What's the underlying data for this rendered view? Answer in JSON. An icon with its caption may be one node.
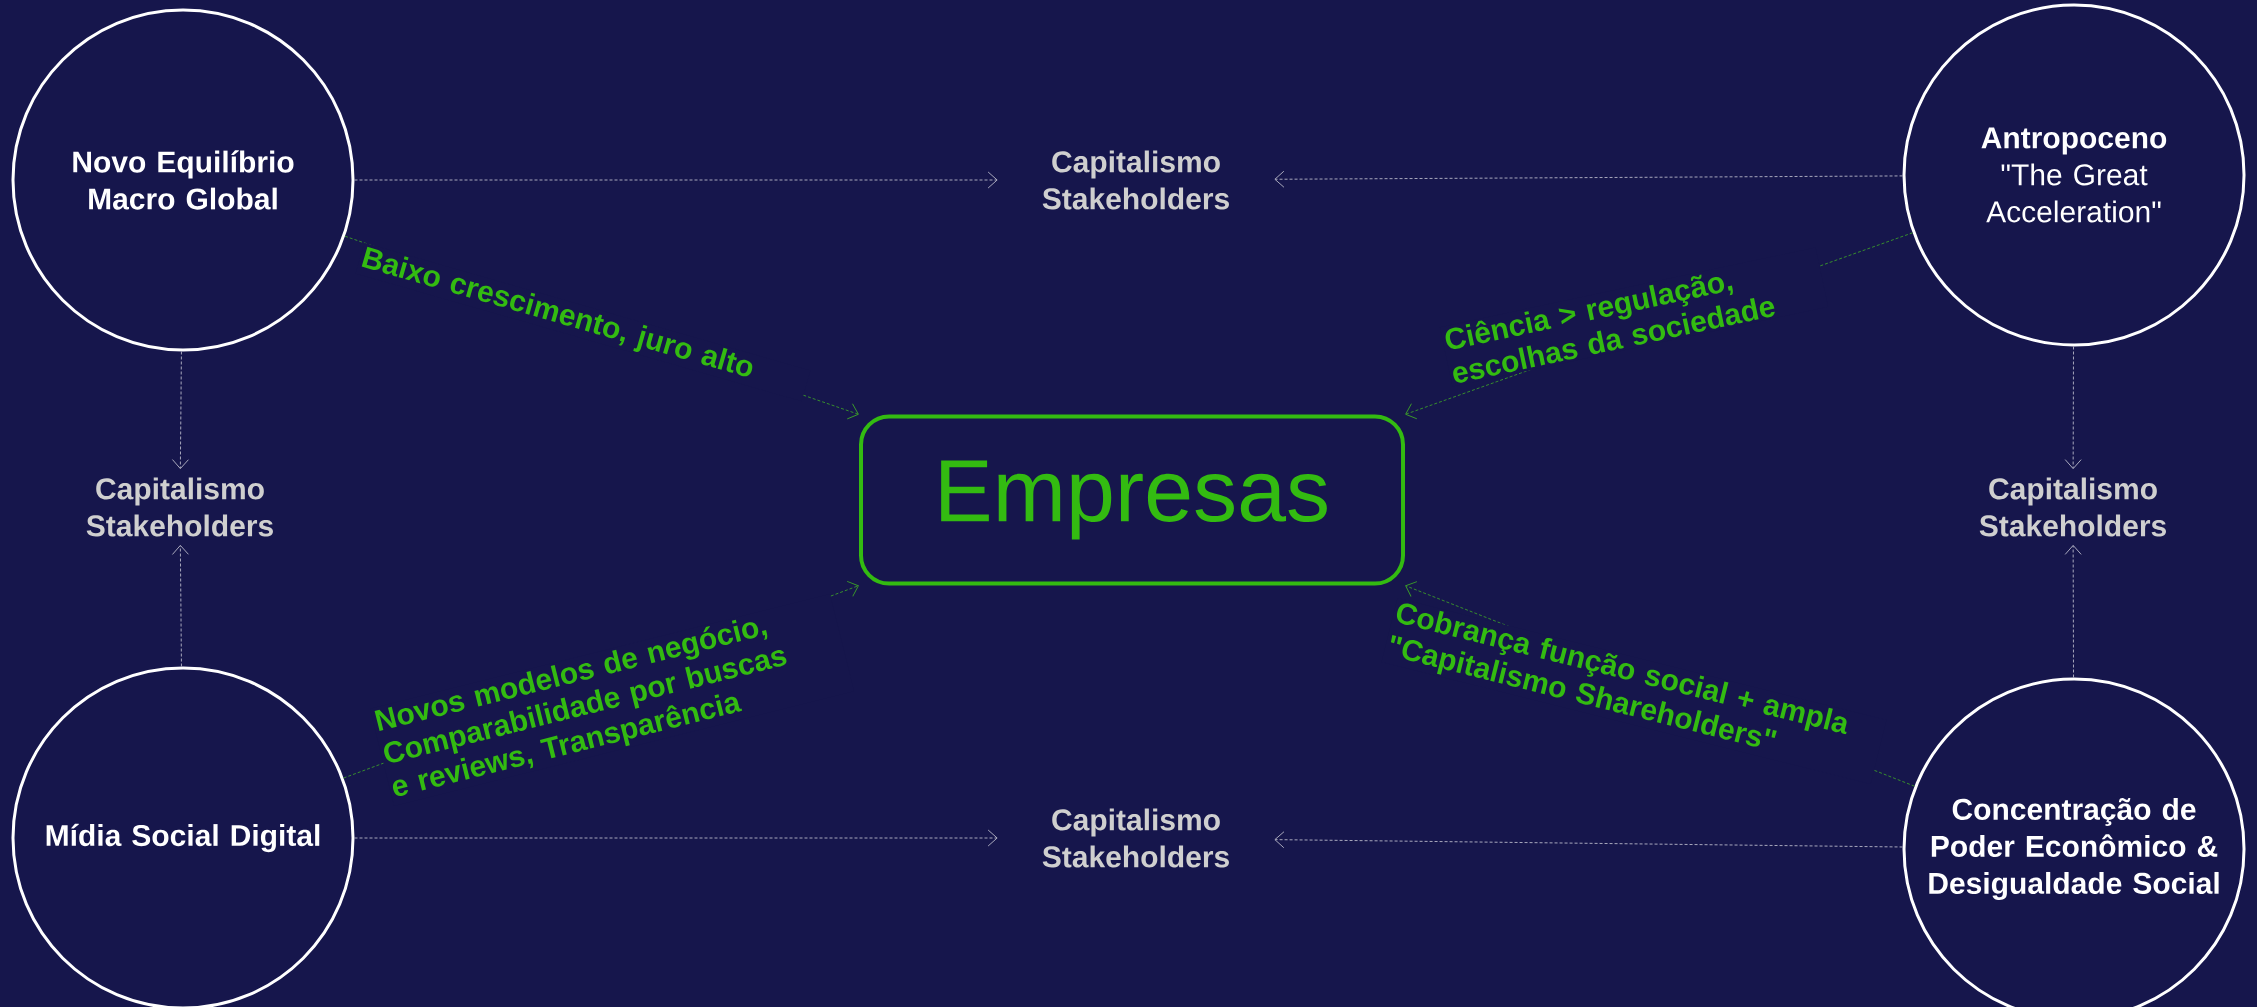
{
  "diagram": {
    "nodes": [
      {
        "text": [
          "Novo Equilíbrio Macro Global"
        ]
      },
      {
        "text": [
          "Capitalismo Stakeholders"
        ]
      },
      {
        "text": [
          "Antropoceno",
          "\"The Great Acceleration\""
        ]
      },
      {
        "text": [
          "Capitalismo Stakeholders"
        ]
      },
      {
        "text": [
          "Empresas"
        ]
      },
      {
        "text": [
          "Capitalismo Stakeholders"
        ]
      },
      {
        "text": [
          "Mídia Social Digital"
        ]
      },
      {
        "text": [
          "Capitalismo Stakeholders"
        ]
      },
      {
        "text": [
          "Concentração de Poder Econômico & Desigualdade Social"
        ]
      }
    ],
    "edges": [
      {
        "from": 0,
        "to": 1,
        "arrow": "to"
      },
      {
        "from": 2,
        "to": 1,
        "arrow": "to"
      },
      {
        "from": 0,
        "to": 3,
        "arrow": "to"
      },
      {
        "from": 6,
        "to": 3,
        "arrow": "to"
      },
      {
        "from": 2,
        "to": 5,
        "arrow": "to"
      },
      {
        "from": 8,
        "to": 5,
        "arrow": "to"
      },
      {
        "from": 6,
        "to": 7,
        "arrow": "to"
      },
      {
        "from": 8,
        "to": 7,
        "arrow": "to"
      },
      {
        "from": 0,
        "to": 4,
        "arrow": "to",
        "label": "Baixo crescimento, juro alto",
        "color": "#3a9a2a"
      },
      {
        "from": 2,
        "to": 4,
        "arrow": "to",
        "label": "Ciência > regulação, escolhas da sociedade",
        "color": "#3a9a2a"
      },
      {
        "from": 6,
        "to": 4,
        "arrow": "to",
        "label": "Novos modelos de negócio, Comparabilidade por buscas e reviews, Transparência",
        "color": "#3a9a2a"
      },
      {
        "from": 8,
        "to": 4,
        "arrow": "to",
        "label": "Cobrança função social + ampla \"Capitalismo Shareholders\"",
        "color": "#3a9a2a"
      }
    ]
  }
}
